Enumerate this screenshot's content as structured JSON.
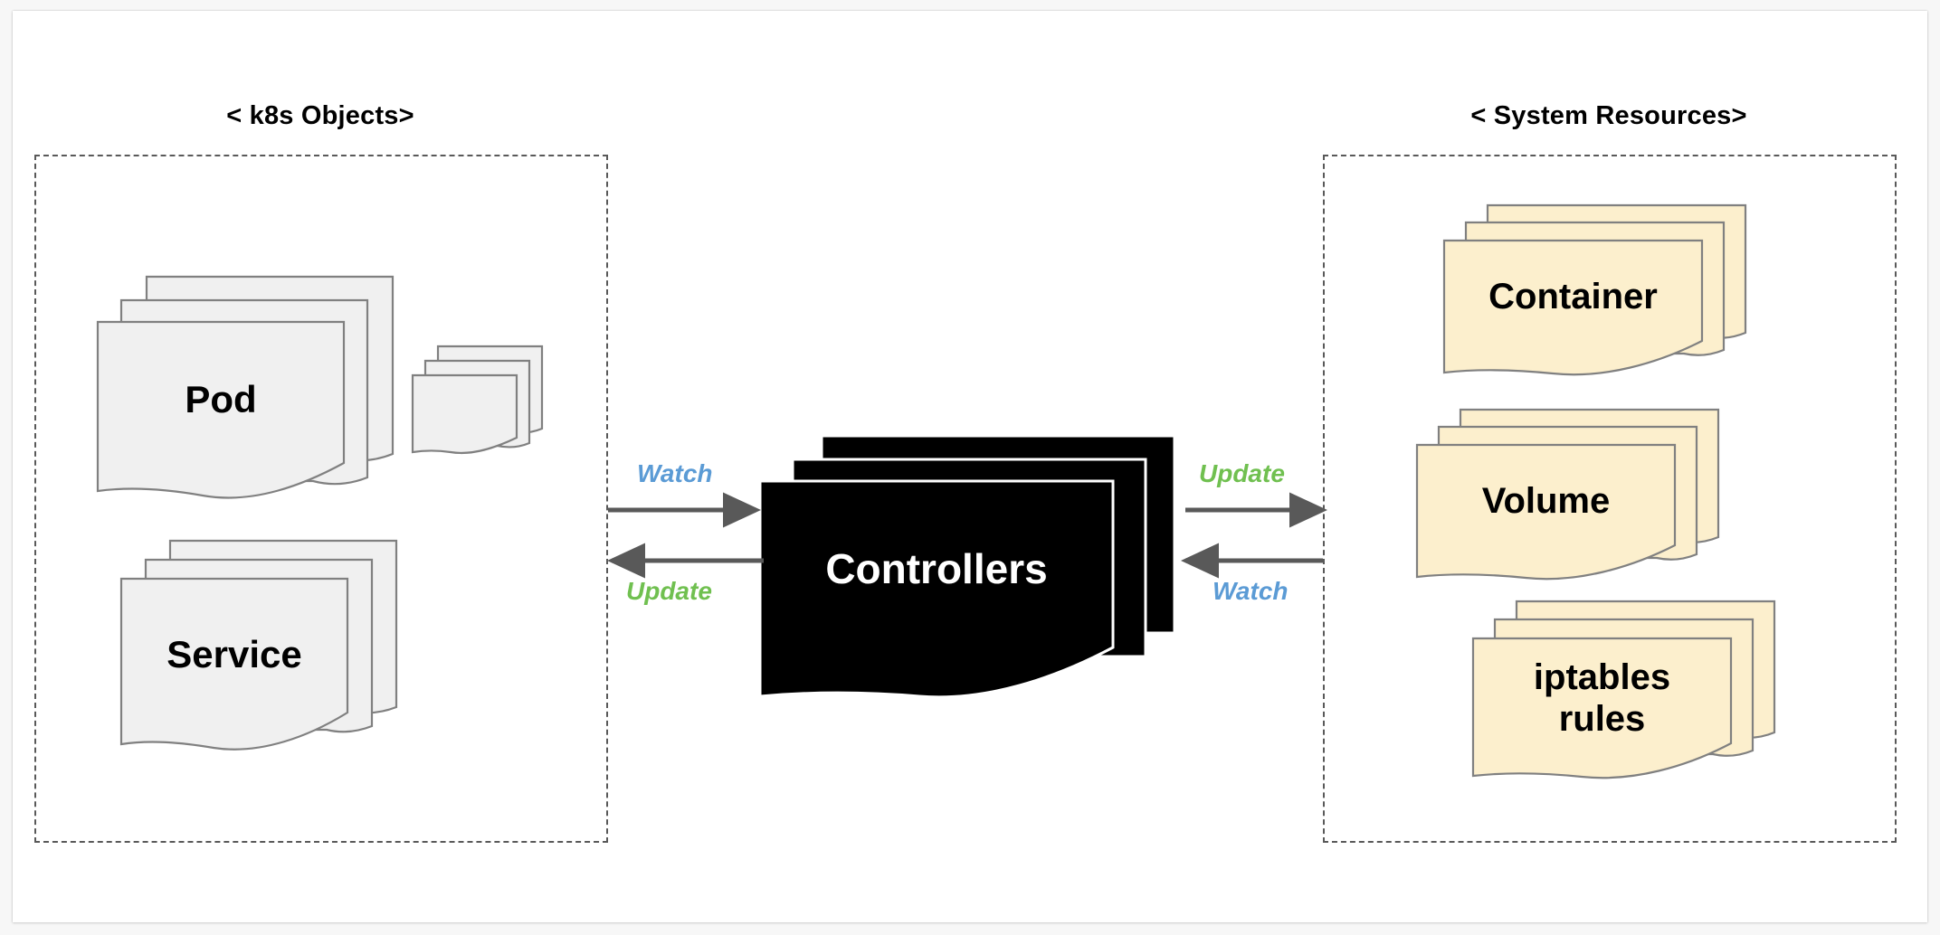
{
  "diagram": {
    "title_left": "< k8s Objects>",
    "title_right": "< System Resources>",
    "colors": {
      "k8s_card_fill": "#F0F0F0",
      "system_card_fill": "#FCEFCD",
      "card_stroke": "#808080",
      "controller_fill": "#000000",
      "controller_text": "#FFFFFF",
      "arrow": "#595959",
      "watch_label": "#5B9BD5",
      "update_label": "#70C050",
      "dashed_border": "#595959",
      "page_background": "#FFFFFF"
    }
  },
  "groups": {
    "left": {
      "heading": "< k8s Objects>",
      "cards": [
        {
          "label": "Pod",
          "font_size": 42
        },
        {
          "label": "",
          "font_size": 0
        },
        {
          "label": "Service",
          "font_size": 42
        }
      ]
    },
    "right": {
      "heading": "< System Resources>",
      "cards": [
        {
          "label": "Container",
          "font_size": 40
        },
        {
          "label": "Volume",
          "font_size": 40
        },
        {
          "label": "iptables\nrules",
          "font_size": 40
        }
      ]
    }
  },
  "center": {
    "label": "Controllers",
    "font_size": 46
  },
  "flows": [
    {
      "id": "left-watch",
      "label": "Watch",
      "color": "#5B9BD5",
      "direction": "right",
      "side": "left"
    },
    {
      "id": "left-update",
      "label": "Update",
      "color": "#70C050",
      "direction": "left",
      "side": "left"
    },
    {
      "id": "right-update",
      "label": "Update",
      "color": "#70C050",
      "direction": "right",
      "side": "right"
    },
    {
      "id": "right-watch",
      "label": "Watch",
      "color": "#5B9BD5",
      "direction": "left",
      "side": "right"
    }
  ]
}
